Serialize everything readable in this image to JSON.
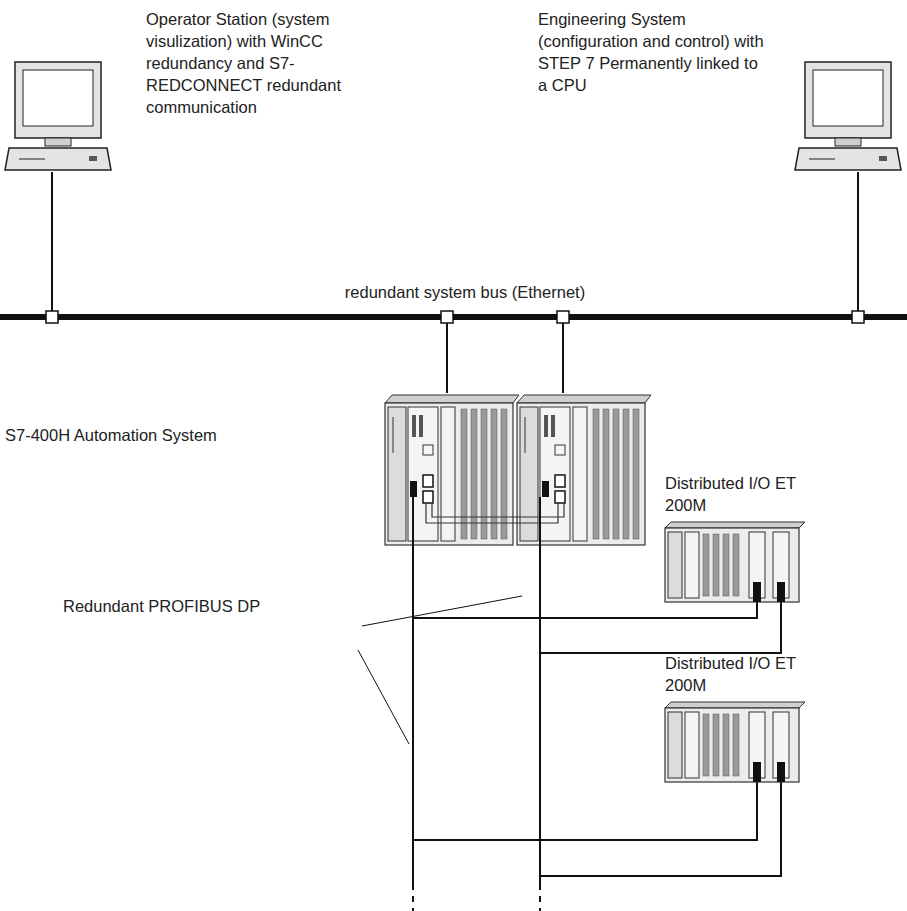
{
  "diagram": {
    "nodes": [
      {
        "text": [
          "Operator Station (system visulization) with WinCC redundancy and S7-REDCONNECT redundant communication"
        ]
      },
      {
        "text": [
          "Engineering System (configuration and control) with STEP 7 Permanently linked to a CPU"
        ]
      },
      {
        "text": [
          "redundant system bus (Ethernet)"
        ]
      },
      {
        "text": [
          "S7-400H Automation System"
        ]
      },
      {
        "text": [
          "Distributed I/O ET 200M"
        ]
      },
      {
        "text": [
          "Distributed I/O ET 200M"
        ]
      }
    ],
    "edges": [
      {
        "from": 0,
        "to": 2,
        "arrow": "none"
      },
      {
        "from": 1,
        "to": 2,
        "arrow": "none"
      },
      {
        "from": 3,
        "to": 2,
        "arrow": "none"
      },
      {
        "from": 3,
        "to": 2,
        "arrow": "none"
      },
      {
        "from": 3,
        "to": 4,
        "arrow": "none"
      },
      {
        "from": 3,
        "to": 4,
        "arrow": "none"
      },
      {
        "from": 3,
        "to": 5,
        "arrow": "none"
      },
      {
        "from": 3,
        "to": 5,
        "arrow": "none"
      }
    ],
    "labels": [
      "Redundant PROFIBUS DP"
    ]
  }
}
